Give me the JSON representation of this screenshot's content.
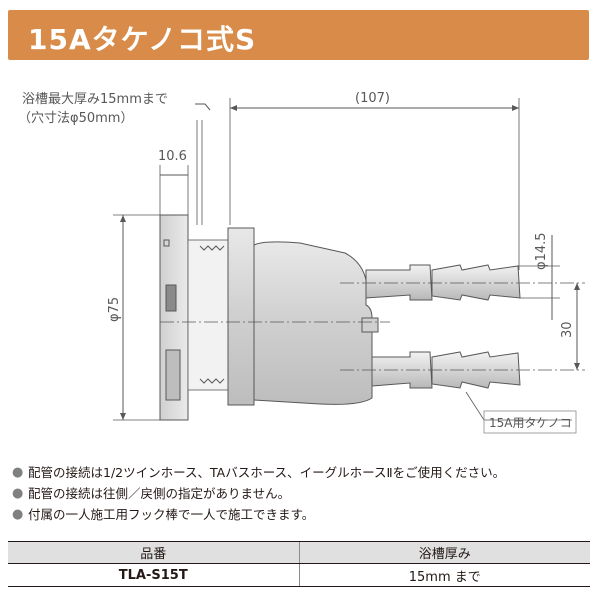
{
  "header": {
    "title": "15Aタケノコ式S",
    "color": "#d98c4a"
  },
  "diagram": {
    "note_line1": "浴槽最大厚み15mmまで",
    "note_line2": "（穴寸法φ50mm）",
    "dim_length": "(107)",
    "dim_flange": "10.6",
    "dim_diameter": "φ75",
    "dim_hose_dia": "φ14.5",
    "dim_pitch": "30",
    "part_label": "15A用タケノコ"
  },
  "notes": [
    "配管の接続は1/2ツインホース、TAバスホース、イーグルホースⅡをご使用ください。",
    "配管の接続は往側／戻側の指定がありません。",
    "付属の一人施工用フック棒で一人で施工できます。"
  ],
  "note_bullet": "●",
  "table": {
    "headers": [
      "品番",
      "浴槽厚み"
    ],
    "rows": [
      {
        "model": "TLA-S15T",
        "thickness": "15mm まで"
      }
    ]
  }
}
